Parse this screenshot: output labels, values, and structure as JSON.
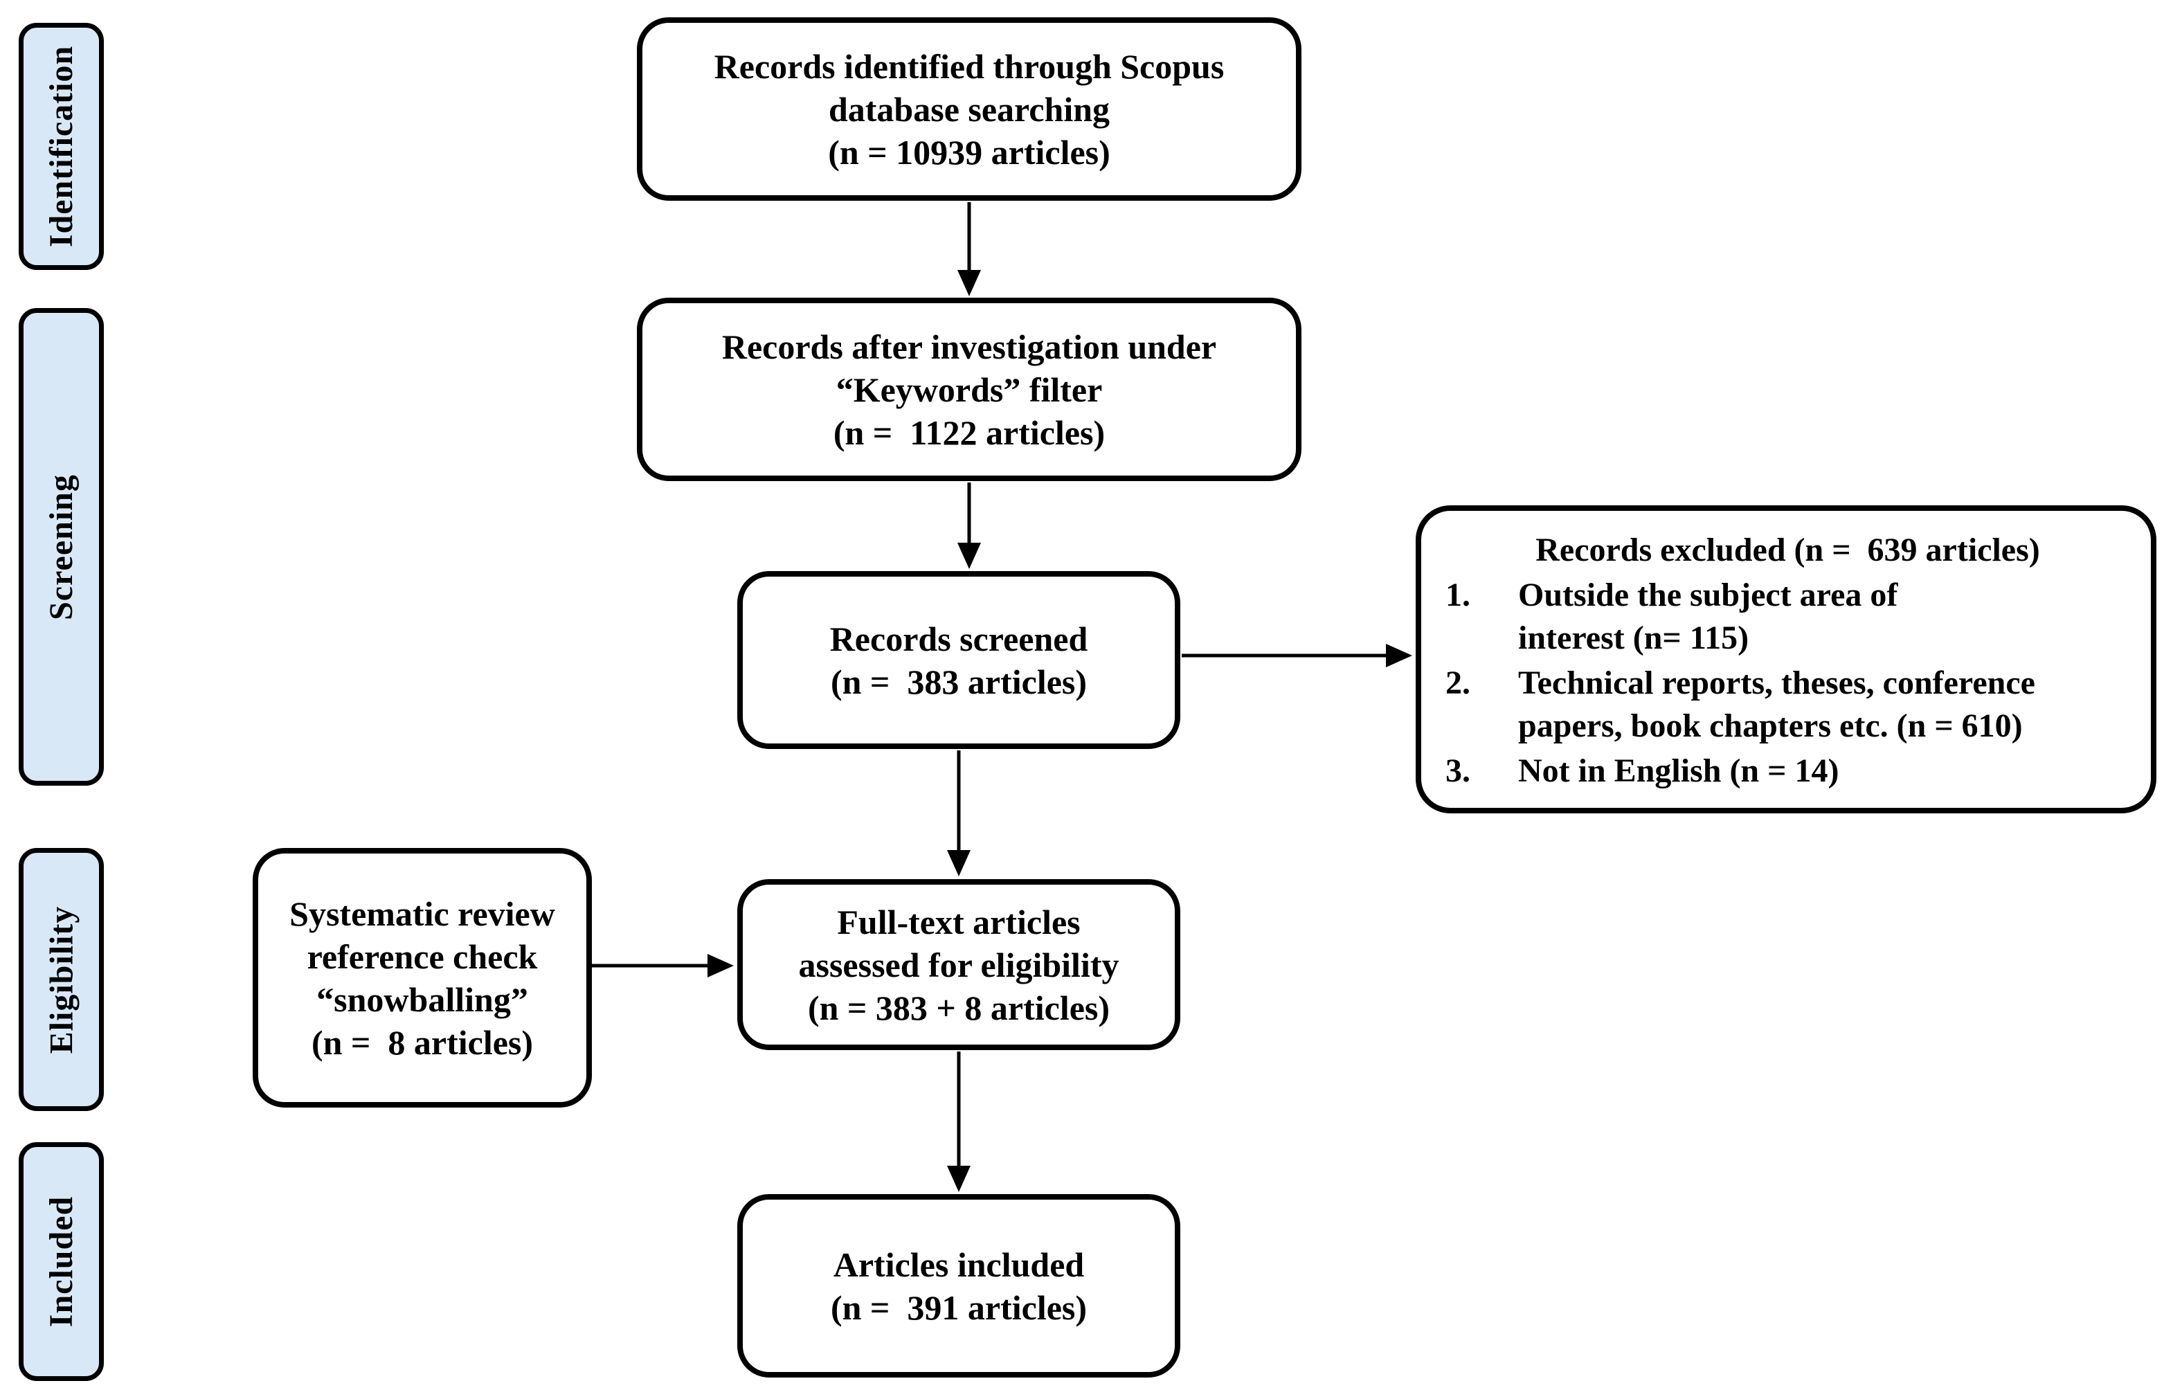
{
  "stages": [
    {
      "label": "Identification"
    },
    {
      "label": "Screening"
    },
    {
      "label": "Eligibility"
    },
    {
      "label": "Included"
    }
  ],
  "boxes": {
    "identified": {
      "lines": [
        "Records identified through Scopus",
        "database searching",
        "(n = 10939 articles)"
      ]
    },
    "keywords_filter": {
      "lines": [
        "Records after investigation under",
        "“Keywords” filter",
        "(n =  1122 articles)"
      ]
    },
    "screened": {
      "lines": [
        "Records screened",
        "(n =  383 articles)"
      ]
    },
    "excluded": {
      "title": "Records excluded (n =  639 articles)",
      "items": [
        {
          "num": "1.",
          "lines": [
            "Outside the subject area of",
            "interest (n= 115)"
          ]
        },
        {
          "num": "2.",
          "lines": [
            "Technical reports, theses, conference",
            "papers, book chapters etc. (n = 610)"
          ]
        },
        {
          "num": "3.",
          "lines": [
            "Not in English (n = 14)"
          ]
        }
      ]
    },
    "snowballing": {
      "lines": [
        "Systematic review",
        "reference check",
        "“snowballing”",
        "(n =  8 articles)"
      ]
    },
    "fulltext": {
      "lines": [
        "Full-text articles",
        "assessed for eligibility",
        "(n = 383 + 8 articles)"
      ]
    },
    "included_articles": {
      "lines": [
        "Articles included",
        "(n =  391 articles)"
      ]
    }
  },
  "colors": {
    "stage_fill": "#d9e8f7",
    "box_fill": "#ffffff",
    "line": "#000000"
  }
}
